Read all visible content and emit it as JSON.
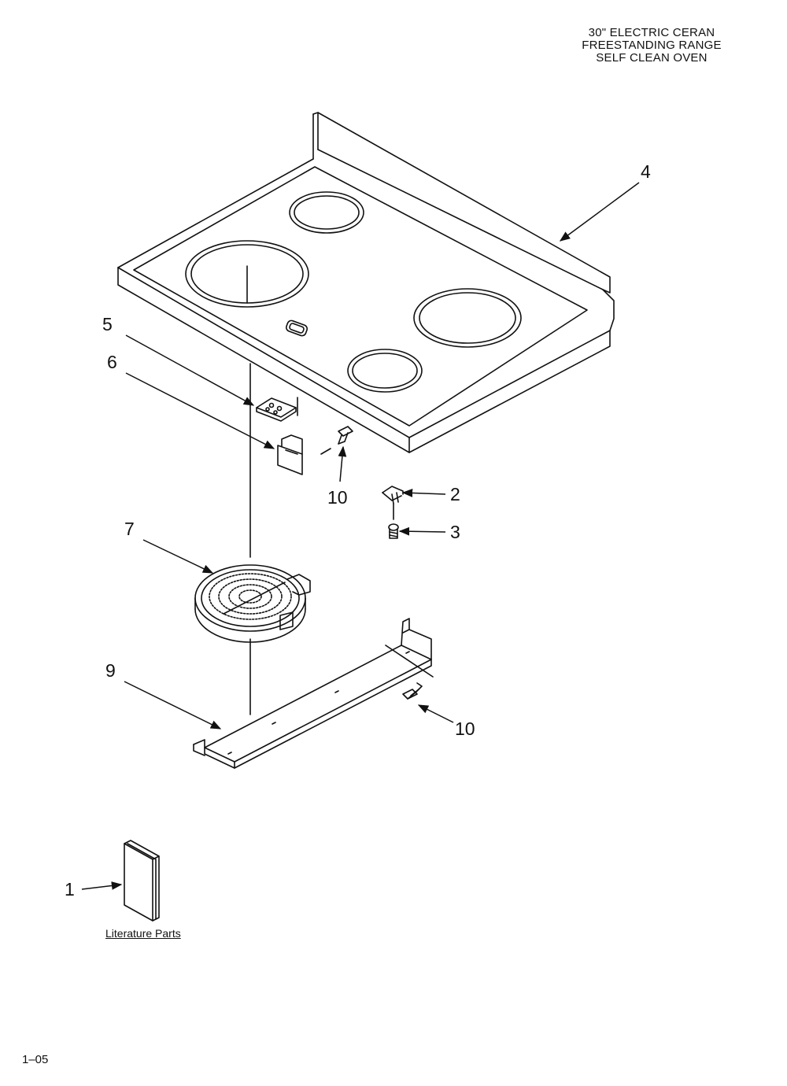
{
  "header": {
    "title_lines": [
      "30\" ELECTRIC CERAN",
      "FREESTANDING RANGE",
      "SELF CLEAN OVEN"
    ]
  },
  "callouts": {
    "c1": "1",
    "c2": "2",
    "c3": "3",
    "c4": "4",
    "c5": "5",
    "c6": "6",
    "c7": "7",
    "c9": "9",
    "c10a": "10",
    "c10b": "10"
  },
  "literature_label": "Literature Parts",
  "page_number": "1–05",
  "colors": {
    "line": "#111111",
    "background": "#ffffff"
  }
}
